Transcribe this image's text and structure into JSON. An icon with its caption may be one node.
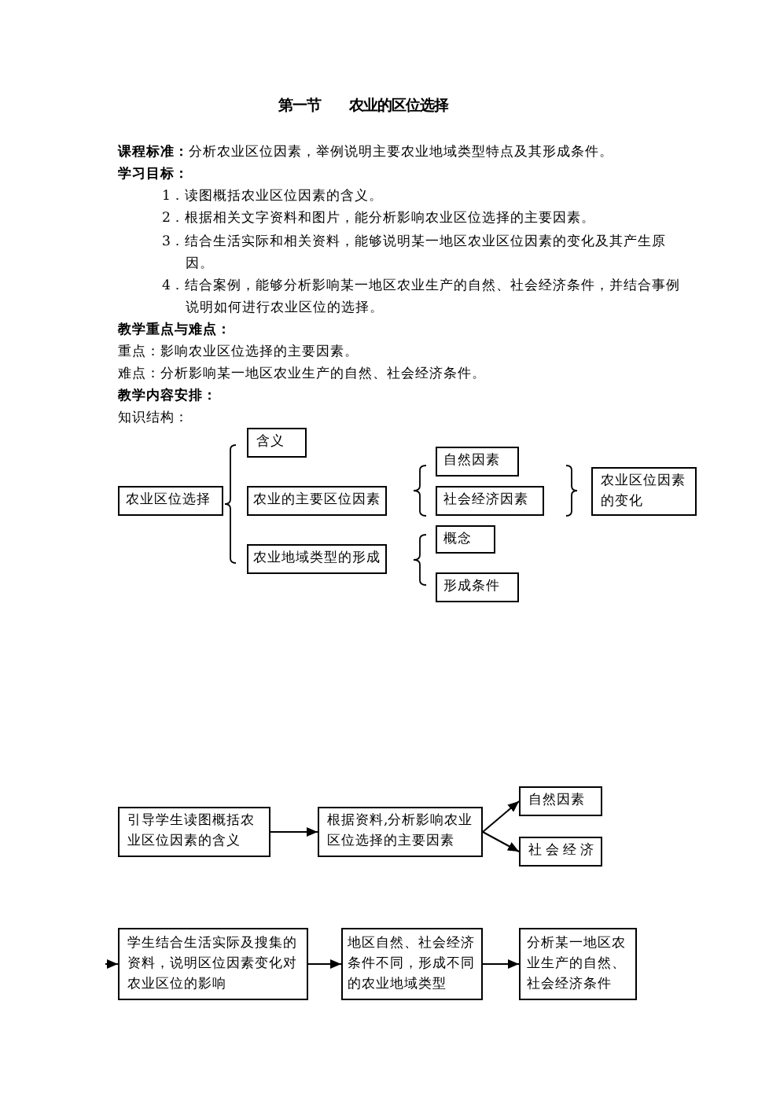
{
  "diagram": {
    "title": "第一节　　农业的区位选择",
    "nodes": [
      {
        "text": [
          "农业区位选择"
        ]
      },
      {
        "text": [
          "含义"
        ]
      },
      {
        "text": [
          "农业的主要区位因素"
        ]
      },
      {
        "text": [
          "农业地域类型的形成"
        ]
      },
      {
        "text": [
          "自然因素"
        ]
      },
      {
        "text": [
          "社会经济因素"
        ]
      },
      {
        "text": [
          "农业区位因素的变化"
        ]
      },
      {
        "text": [
          "概念"
        ]
      },
      {
        "text": [
          "形成条件"
        ]
      },
      {
        "text": [
          "引导学生读图概括农业区位因素的含义"
        ]
      },
      {
        "text": [
          "根据资料,分析影响农业区位选择的主要因素"
        ]
      },
      {
        "text": [
          "自然因素"
        ]
      },
      {
        "text": [
          "社会经济"
        ]
      },
      {
        "text": [
          "学生结合生活实际及搜集的资料，说明区位因素变化对农业区位的影响"
        ]
      },
      {
        "text": [
          "地区自然、社会经济条件不同，形成不同的农业地域类型"
        ]
      },
      {
        "text": [
          "分析某一地区农业生产的自然、社会经济条件"
        ]
      }
    ],
    "edges": [
      {
        "from": 9,
        "to": 10,
        "arrow": "to"
      },
      {
        "from": 10,
        "to": 11,
        "arrow": "to"
      },
      {
        "from": 10,
        "to": 12,
        "arrow": "to"
      },
      {
        "from": null,
        "to": 13,
        "arrow": "to"
      },
      {
        "from": 13,
        "to": 14,
        "arrow": "to"
      },
      {
        "from": 14,
        "to": 15,
        "arrow": "to"
      }
    ],
    "labels": [
      "**课程标准：**分析农业区位因素，举例说明主要农业地域类型特点及其形成条件。",
      "学习目标：",
      "1．读图概括农业区位因素的含义。",
      "2．根据相关文字资料和图片，能分析影响农业区位选择的主要因素。",
      "3．结合生活实际和相关资料，能够说明某一地区农业区位因素的变化及其产生原因。",
      "4．结合案例，能够分析影响某一地区农业生产的自然、社会经济条件，并结合事例说明如何进行农业区位的选择。",
      "教学重点与难点：",
      "重点：影响农业区位选择的主要因素。",
      "难点：分析影响某一地区农业生产的自然、社会经济条件。",
      "教学内容安排：",
      "知识结构："
    ]
  }
}
